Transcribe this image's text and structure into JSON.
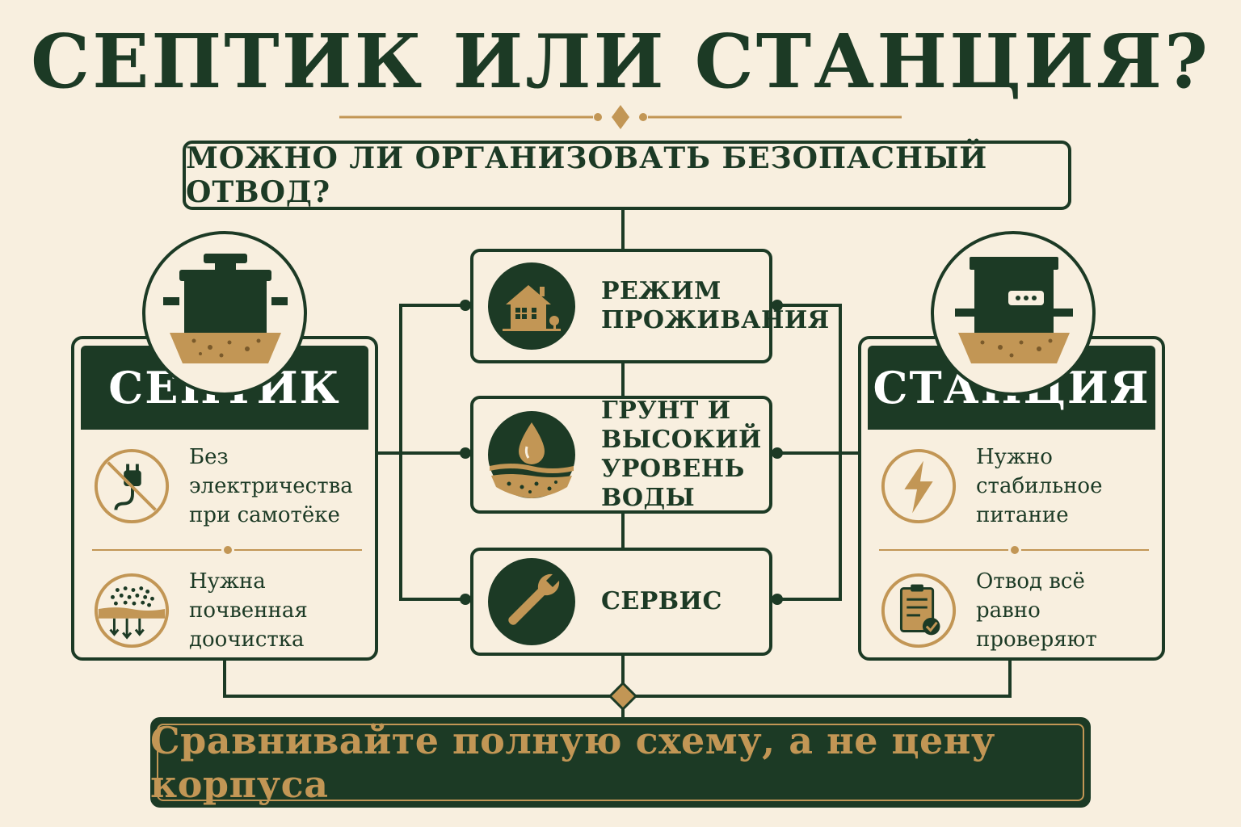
{
  "title": "СЕПТИК ИЛИ СТАНЦИЯ?",
  "question": "МОЖНО ЛИ ОРГАНИЗОВАТЬ БЕЗОПАСНЫЙ ОТВОД?",
  "colors": {
    "dark_green": "#1c3a25",
    "gold": "#c29655",
    "background": "#f8efdf"
  },
  "septic": {
    "title": "СЕПТИК",
    "emblem_icon": "septic-tank-icon",
    "features": [
      {
        "icon": "no-plug-icon",
        "text": "Без электричества\nпри самотёке"
      },
      {
        "icon": "soil-filtration-icon",
        "text": "Нужна почвенная\nдоочистка"
      }
    ]
  },
  "station": {
    "title": "СТАНЦИЯ",
    "emblem_icon": "treatment-station-icon",
    "features": [
      {
        "icon": "lightning-icon",
        "text": "Нужно стабильное\nпитание"
      },
      {
        "icon": "checklist-icon",
        "text": "Отвод всё равно\nпроверяют"
      }
    ]
  },
  "factors": [
    {
      "icon": "house-icon",
      "label": "РЕЖИМ\nПРОЖИВАНИЯ"
    },
    {
      "icon": "water-drop-soil-icon",
      "label": "ГРУНТ И\nВЫСОКИЙ\nУРОВЕНЬ ВОДЫ"
    },
    {
      "icon": "wrench-icon",
      "label": "СЕРВИС"
    }
  ],
  "conclusion": "Сравнивайте полную схему, а не цену корпуса"
}
